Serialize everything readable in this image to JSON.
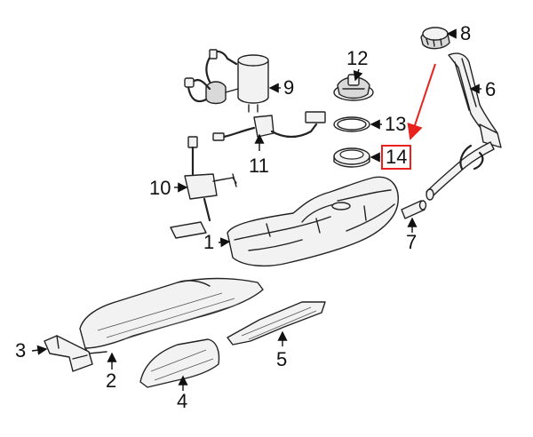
{
  "callouts": [
    {
      "id": "1",
      "label": "1"
    },
    {
      "id": "2",
      "label": "2"
    },
    {
      "id": "3",
      "label": "3"
    },
    {
      "id": "4",
      "label": "4"
    },
    {
      "id": "5",
      "label": "5"
    },
    {
      "id": "6",
      "label": "6"
    },
    {
      "id": "7",
      "label": "7"
    },
    {
      "id": "8",
      "label": "8"
    },
    {
      "id": "9",
      "label": "9"
    },
    {
      "id": "10",
      "label": "10"
    },
    {
      "id": "11",
      "label": "11"
    },
    {
      "id": "12",
      "label": "12"
    },
    {
      "id": "13",
      "label": "13"
    },
    {
      "id": "14",
      "label": "14"
    }
  ],
  "highlight": {
    "callout": "14",
    "color": "#e8231f"
  }
}
